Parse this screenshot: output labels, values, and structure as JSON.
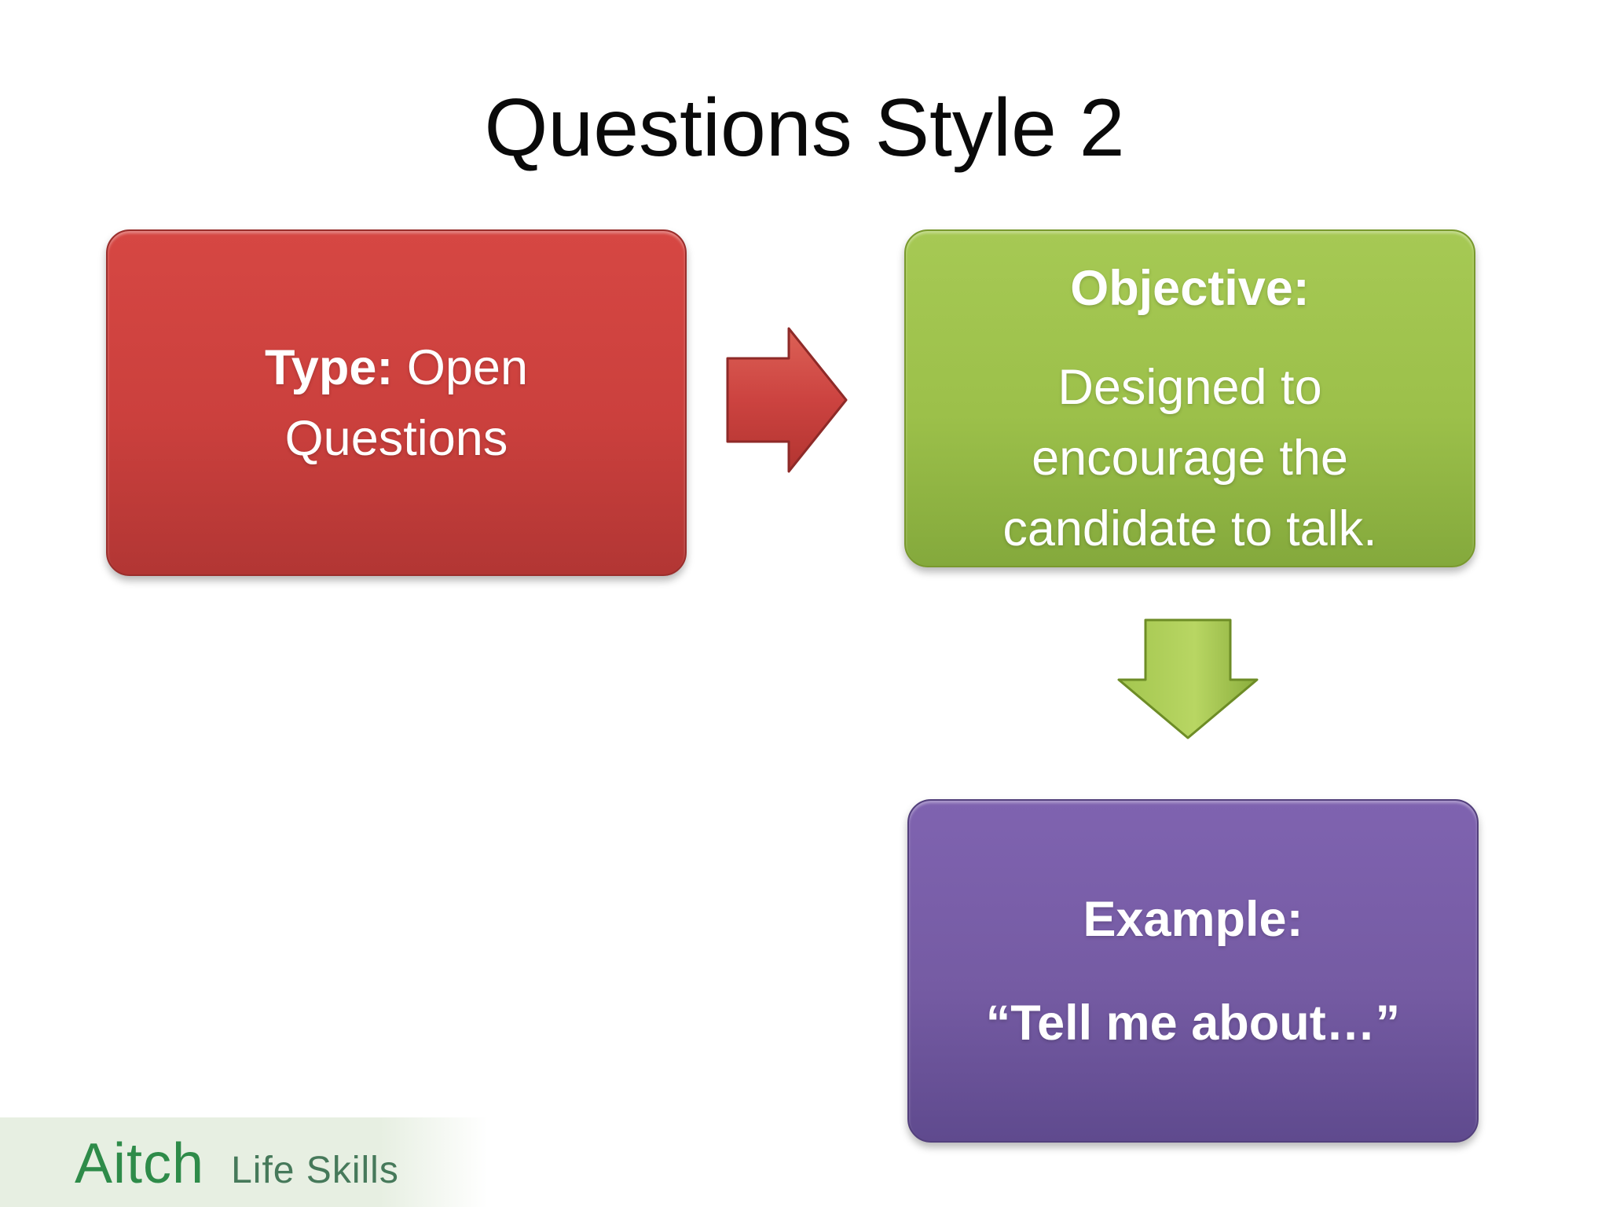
{
  "slide": {
    "title": "Questions Style 2",
    "type_box": {
      "label_bold": "Type:",
      "label_rest": " Open",
      "label_line2": "Questions",
      "fill_top": "#d64743",
      "fill_bottom": "#b23634"
    },
    "objective_box": {
      "heading": "Objective:",
      "body_line1": "Designed to",
      "body_line2": "encourage the",
      "body_line3": "candidate to talk.",
      "fill_top": "#a6c954",
      "fill_bottom": "#84a93c"
    },
    "example_box": {
      "heading": "Example:",
      "body": "“Tell me about…”",
      "fill_top": "#7f63b0",
      "fill_bottom": "#5f4a8e"
    },
    "arrows": {
      "right_arrow_color": "#c43e3b",
      "down_arrow_color": "#9bbf48"
    },
    "logo": {
      "brand": "Aitch",
      "tagline": "Life Skills"
    }
  }
}
